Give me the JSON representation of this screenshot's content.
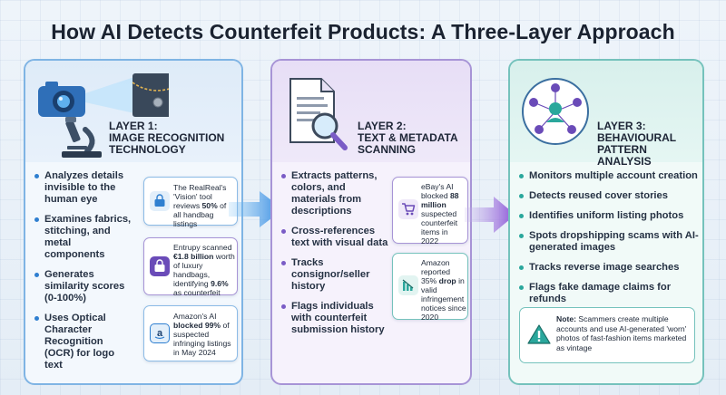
{
  "title": "How AI Detects Counterfeit Products: A Three-Layer Approach",
  "colors": {
    "layer1": "#2f7fd0",
    "layer2": "#7a5cc6",
    "layer3": "#2aa79c"
  },
  "layer1": {
    "title_line1": "Layer 1:",
    "title_line2": "Image Recognition",
    "title_line3": "Technology",
    "icon": "camera-microscope-icon",
    "bullets": [
      "Analyzes details invisible to the human eye",
      "Examines fabrics, stitching, and metal components",
      "Generates similarity scores (0-100%)",
      "Uses Optical Character Recognition (OCR) for logo text"
    ],
    "cards": [
      {
        "icon": "handbag-icon",
        "pre": "The RealReal's 'Vision' tool reviews ",
        "bold": "50%",
        "post": " of all handbag listings"
      },
      {
        "icon": "handbag-icon",
        "pre": "Entrupy scanned ",
        "bold": "€1.8 billion",
        "mid": " worth of luxury handbags, identifying ",
        "bold2": "9.6%",
        "post": " as counterfeit"
      },
      {
        "icon": "amazon-logo-icon",
        "pre": "Amazon's AI ",
        "bold": "blocked 99%",
        "post": " of suspected infringing listings in May 2024"
      }
    ]
  },
  "layer2": {
    "title_line1": "Layer 2:",
    "title_line2": "Text & Metadata",
    "title_line3": "Scanning",
    "icon": "document-magnifier-icon",
    "bullets": [
      "Extracts patterns, colors, and materials from descriptions",
      "Cross-references text with visual data",
      "Tracks consignor/seller history",
      "Flags individuals with counterfeit submission history"
    ],
    "cards": [
      {
        "icon": "cart-icon",
        "pre": "eBay's AI blocked ",
        "bold": "88 million",
        "post": " suspected counterfeit items in 2022"
      },
      {
        "icon": "chart-down-icon",
        "pre": "Amazon reported 35% ",
        "bold": "drop",
        "post": " in valid infringement notices since 2020"
      }
    ]
  },
  "layer3": {
    "title_line1": "Layer 3:",
    "title_line2": "Behavioural",
    "title_line3": "Pattern Analysis",
    "icon": "network-people-icon",
    "bullets": [
      "Monitors multiple account creation",
      "Detects reused cover stories",
      "Identifies uniform listing photos",
      "Spots dropshipping scams with AI-generated images",
      "Tracks reverse image searches",
      "Flags fake damage claims for refunds"
    ],
    "note": {
      "icon": "warning-icon",
      "label": "Note:",
      "text": " Scammers create multiple accounts and use AI-generated 'worn' photos of fast-fashion items marketed as vintage"
    }
  }
}
